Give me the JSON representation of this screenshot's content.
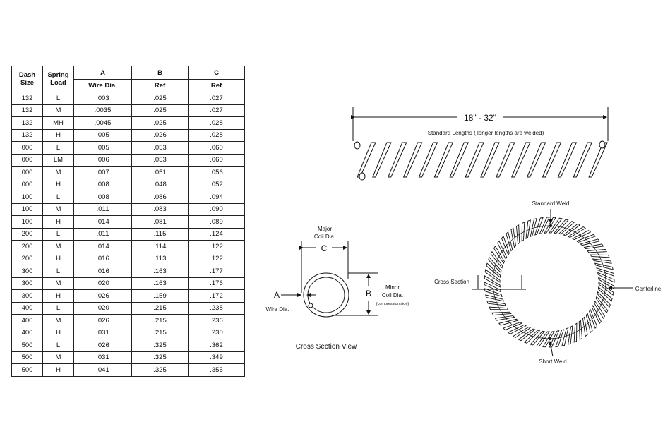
{
  "table": {
    "headers": {
      "dash_line1": "Dash",
      "dash_line2": "Size",
      "load_line1": "Spring",
      "load_line2": "Load",
      "a": "A",
      "b": "B",
      "c": "C",
      "a_sub": "Wire Dia.",
      "b_sub": "Ref",
      "c_sub": "Ref"
    },
    "rows": [
      [
        "132",
        "L",
        ".003",
        ".025",
        ".027"
      ],
      [
        "132",
        "M",
        ".0035",
        ".025",
        ".027"
      ],
      [
        "132",
        "MH",
        ".0045",
        ".025",
        ".028"
      ],
      [
        "132",
        "H",
        ".005",
        ".026",
        ".028"
      ],
      [
        "000",
        "L",
        ".005",
        ".053",
        ".060"
      ],
      [
        "000",
        "LM",
        ".006",
        ".053",
        ".060"
      ],
      [
        "000",
        "M",
        ".007",
        ".051",
        ".056"
      ],
      [
        "000",
        "H",
        ".008",
        ".048",
        ".052"
      ],
      [
        "100",
        "L",
        ".008",
        ".086",
        ".094"
      ],
      [
        "100",
        "M",
        ".011",
        ".083",
        ".090"
      ],
      [
        "100",
        "H",
        ".014",
        ".081",
        ".089"
      ],
      [
        "200",
        "L",
        ".011",
        ".115",
        ".124"
      ],
      [
        "200",
        "M",
        ".014",
        ".114",
        ".122"
      ],
      [
        "200",
        "H",
        ".016",
        ".113",
        ".122"
      ],
      [
        "300",
        "L",
        ".016",
        ".163",
        ".177"
      ],
      [
        "300",
        "M",
        ".020",
        ".163",
        ".176"
      ],
      [
        "300",
        "H",
        ".026",
        ".159",
        ".172"
      ],
      [
        "400",
        "L",
        ".020",
        ".215",
        ".238"
      ],
      [
        "400",
        "M",
        ".026",
        ".215",
        ".236"
      ],
      [
        "400",
        "H",
        ".031",
        ".215",
        ".230"
      ],
      [
        "500",
        "L",
        ".026",
        ".325",
        ".362"
      ],
      [
        "500",
        "M",
        ".031",
        ".325",
        ".349"
      ],
      [
        "500",
        "H",
        ".041",
        ".325",
        ".355"
      ]
    ]
  },
  "spring_drawing": {
    "length_label": "18\" -  32\"",
    "length_note": "Standard Lengths ( longer lengths are welded)"
  },
  "cross_section": {
    "major_line1": "Major",
    "major_line2": "Coil Dia.",
    "c_label": "C",
    "a_label": "A",
    "b_label": "B",
    "wire_label": "Wire Dia.",
    "minor_line1": "Minor",
    "minor_line2": "Coil Dia.",
    "minor_note": "(compression side)",
    "caption": "Cross Section View"
  },
  "ring_drawing": {
    "standard_weld": "Standard Weld",
    "short_weld": "Short Weld",
    "cross_section": "Cross Section",
    "centerline": "Centerline"
  }
}
